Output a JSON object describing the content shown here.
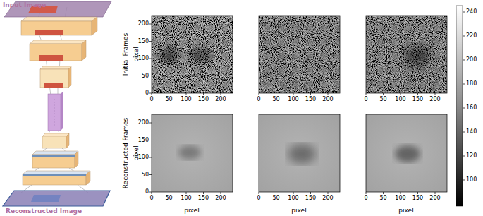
{
  "diagram": {
    "labels": [
      "Input Image",
      "Reconstructed Image",
      "Initial Frames",
      "Reconstructed Frames",
      "pixel",
      "pixel",
      "pixel",
      "pixel",
      "pixel",
      "0",
      "50",
      "100",
      "150",
      "200",
      "0",
      "50",
      "100",
      "150",
      "200",
      "0",
      "50",
      "100",
      "150",
      "200",
      "0",
      "50",
      "100",
      "150",
      "200",
      "0",
      "50",
      "100",
      "150",
      "200",
      "0",
      "50",
      "100",
      "150",
      "200",
      "0",
      "50",
      "100",
      "150",
      "200",
      "0",
      "50",
      "100",
      "150",
      "200",
      "100",
      "120",
      "140",
      "160",
      "180",
      "200",
      "220",
      "240"
    ]
  }
}
